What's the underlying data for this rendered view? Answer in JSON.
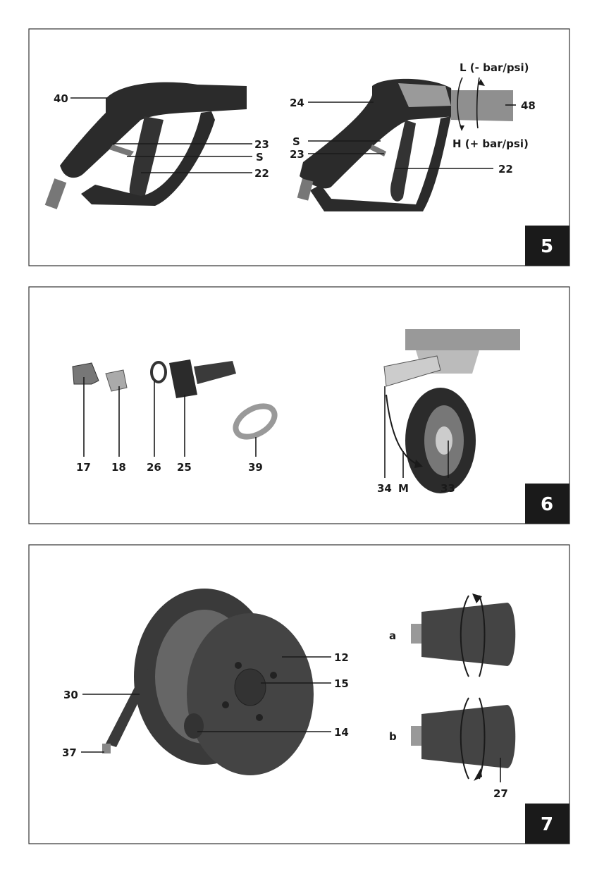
{
  "figures": [
    {
      "number": "5",
      "labels": {
        "left_40": "40",
        "left_23": "23",
        "left_s": "S",
        "left_22": "22",
        "right_24": "24",
        "right_l": "L (- bar/psi)",
        "right_48": "48",
        "right_h": "H (+ bar/psi)",
        "right_s": "S",
        "right_23": "23",
        "right_22": "22"
      }
    },
    {
      "number": "6",
      "labels": {
        "p17": "17",
        "p18": "18",
        "p26": "26",
        "p25": "25",
        "p39": "39",
        "p34": "34",
        "pM": "M",
        "p33": "33"
      }
    },
    {
      "number": "7",
      "labels": {
        "p12": "12",
        "p15": "15",
        "p14": "14",
        "p30": "30",
        "p37": "37",
        "pa": "a",
        "pb": "b",
        "p27": "27"
      }
    }
  ],
  "colors": {
    "dark": "#2b2b2b",
    "mid": "#555555",
    "light": "#9a9a9a"
  }
}
